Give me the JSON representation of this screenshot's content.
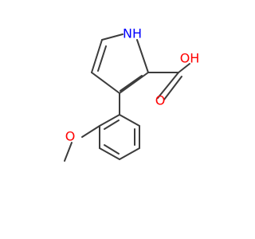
{
  "molecule": {
    "atom_labels": {
      "n": "N",
      "nh": "H",
      "oh": "OH",
      "o_carbonyl": "O",
      "o_ether": "O"
    },
    "colors": {
      "bond": "#3c3c3c",
      "nitrogen": "#0000ff",
      "oxygen": "#ff0000"
    }
  }
}
